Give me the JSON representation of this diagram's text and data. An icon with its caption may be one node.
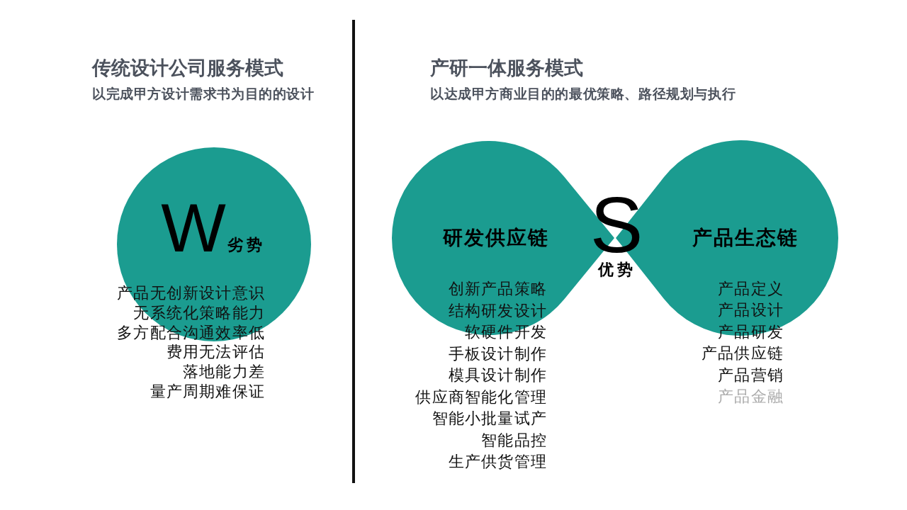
{
  "diagram": {
    "nodes": [
      {
        "text": [
          "W",
          "劣势",
          "产品无创新设计意识",
          "无系统化策略能力",
          "多方配合沟通效率低",
          "费用无法评估",
          "落地能力差",
          "量产周期难保证"
        ]
      },
      {
        "text": [
          "研发供应链",
          "创新产品策略",
          "结构研发设计",
          "软硬件开发",
          "手板设计制作",
          "模具设计制作",
          "供应商智能化管理",
          "智能小批量试产",
          "智能品控",
          "生产供货管理"
        ]
      },
      {
        "text": [
          "产品生态链",
          "产品定义",
          "产品设计",
          "产品研发",
          "产品供应链",
          "产品营销",
          "产品金融"
        ]
      }
    ],
    "labels": [
      "传统设计公司服务模式",
      "以完成甲方设计需求书为目的的设计",
      "产研一体服务模式",
      "以达成甲方商业目的的最优策略、路径规划与执行",
      "S",
      "优势"
    ]
  }
}
